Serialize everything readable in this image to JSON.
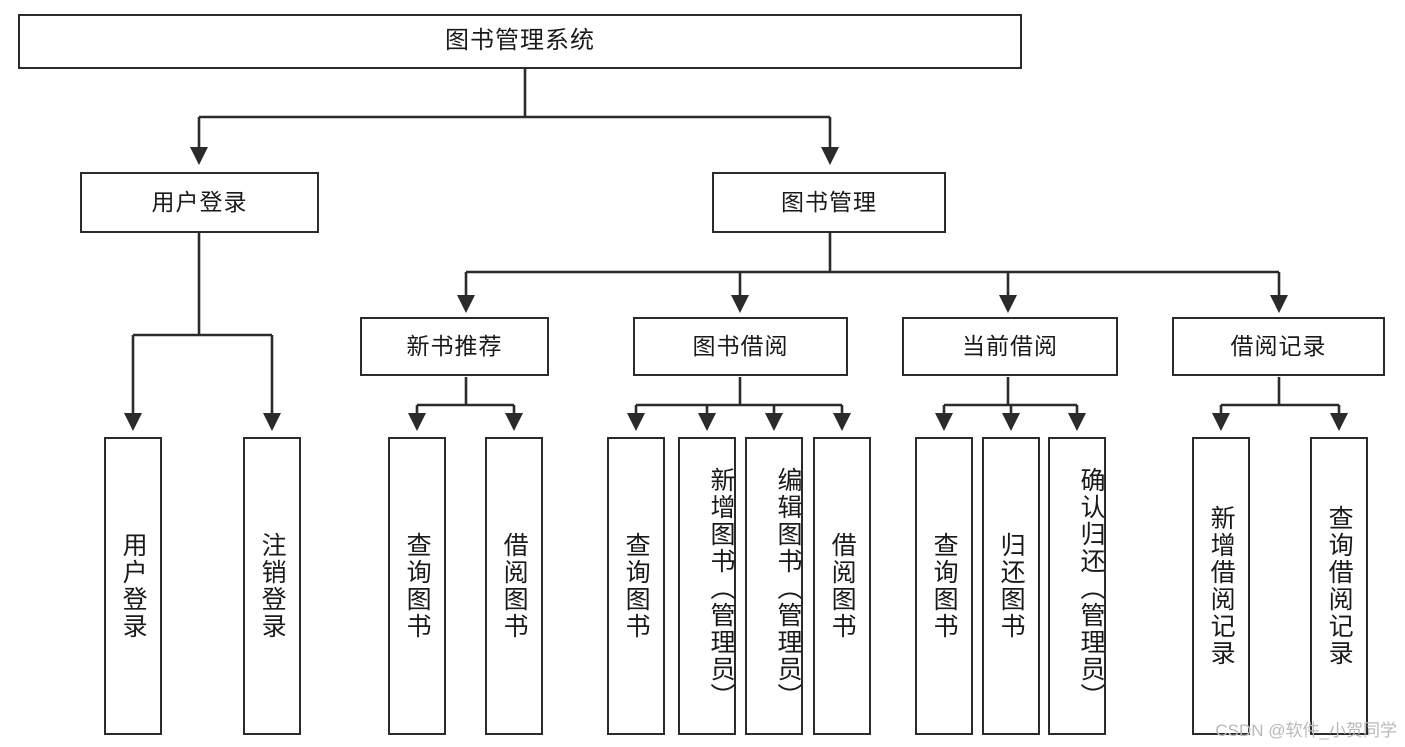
{
  "diagram": {
    "title": "图书管理系统",
    "type": "tree",
    "stroke_color": "#2b2b2b",
    "fill_color": "#ffffff",
    "text_color": "#1a1a1a",
    "watermark": "CSDN @软件_小贺同学"
  },
  "nodes": {
    "root": {
      "label": "图书管理系统"
    },
    "level2": [
      {
        "id": "user-login",
        "label": "用户登录"
      },
      {
        "id": "book-manage",
        "label": "图书管理"
      }
    ],
    "level3": [
      {
        "id": "new-book-recommend",
        "label": "新书推荐"
      },
      {
        "id": "book-borrow",
        "label": "图书借阅"
      },
      {
        "id": "current-borrow",
        "label": "当前借阅"
      },
      {
        "id": "borrow-record",
        "label": "借阅记录"
      }
    ],
    "leaves": {
      "user_login": [
        {
          "id": "leaf-user-login",
          "label": "用户登录"
        },
        {
          "id": "leaf-logout-login",
          "label": "注销登录"
        }
      ],
      "new_book_recommend": [
        {
          "id": "leaf-query-book-1",
          "label": "查询图书"
        },
        {
          "id": "leaf-borrow-book-1",
          "label": "借阅图书"
        }
      ],
      "book_borrow": [
        {
          "id": "leaf-query-book-2",
          "label": "查询图书"
        },
        {
          "id": "leaf-add-book",
          "label": "新增图书（管理员）"
        },
        {
          "id": "leaf-edit-book",
          "label": "编辑图书（管理员）"
        },
        {
          "id": "leaf-borrow-book-2",
          "label": "借阅图书"
        }
      ],
      "current_borrow": [
        {
          "id": "leaf-query-book-3",
          "label": "查询图书"
        },
        {
          "id": "leaf-return-book",
          "label": "归还图书"
        },
        {
          "id": "leaf-confirm-return",
          "label": "确认归还（管理员）"
        }
      ],
      "borrow_record": [
        {
          "id": "leaf-add-record",
          "label": "新增借阅记录"
        },
        {
          "id": "leaf-query-record",
          "label": "查询借阅记录"
        }
      ]
    }
  }
}
